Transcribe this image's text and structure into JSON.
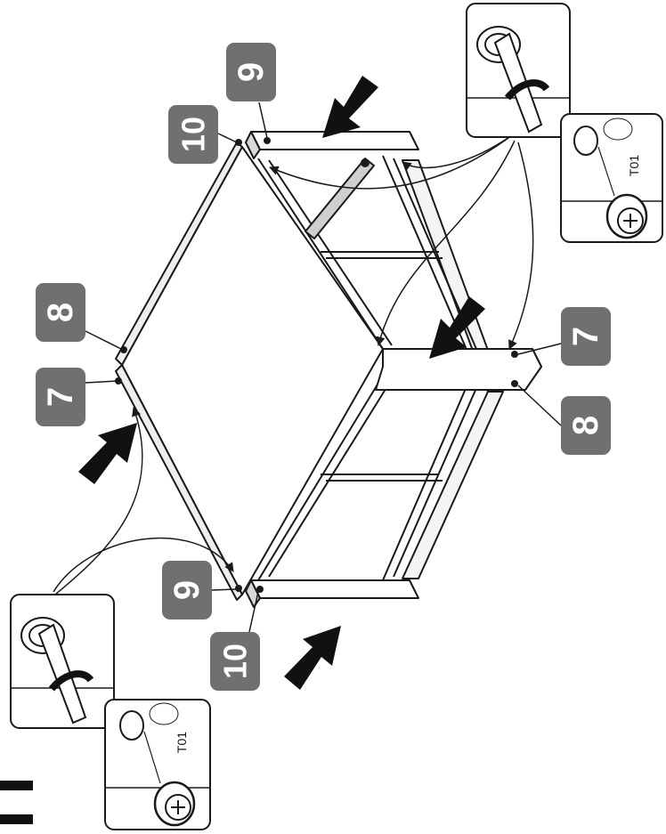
{
  "badges": {
    "top_left_7": "7",
    "top_left_8": "8",
    "top_right_9": "9",
    "top_right_10": "10",
    "bottom_left_9": "9",
    "bottom_left_10": "10",
    "right_7": "7",
    "right_8": "8"
  },
  "hardware": {
    "upper_code": "T01",
    "lower_code": "T01"
  },
  "colors": {
    "badge_fill": "#707070",
    "badge_text": "#ffffff",
    "line": "#1a1a1a",
    "arrow": "#111111"
  }
}
